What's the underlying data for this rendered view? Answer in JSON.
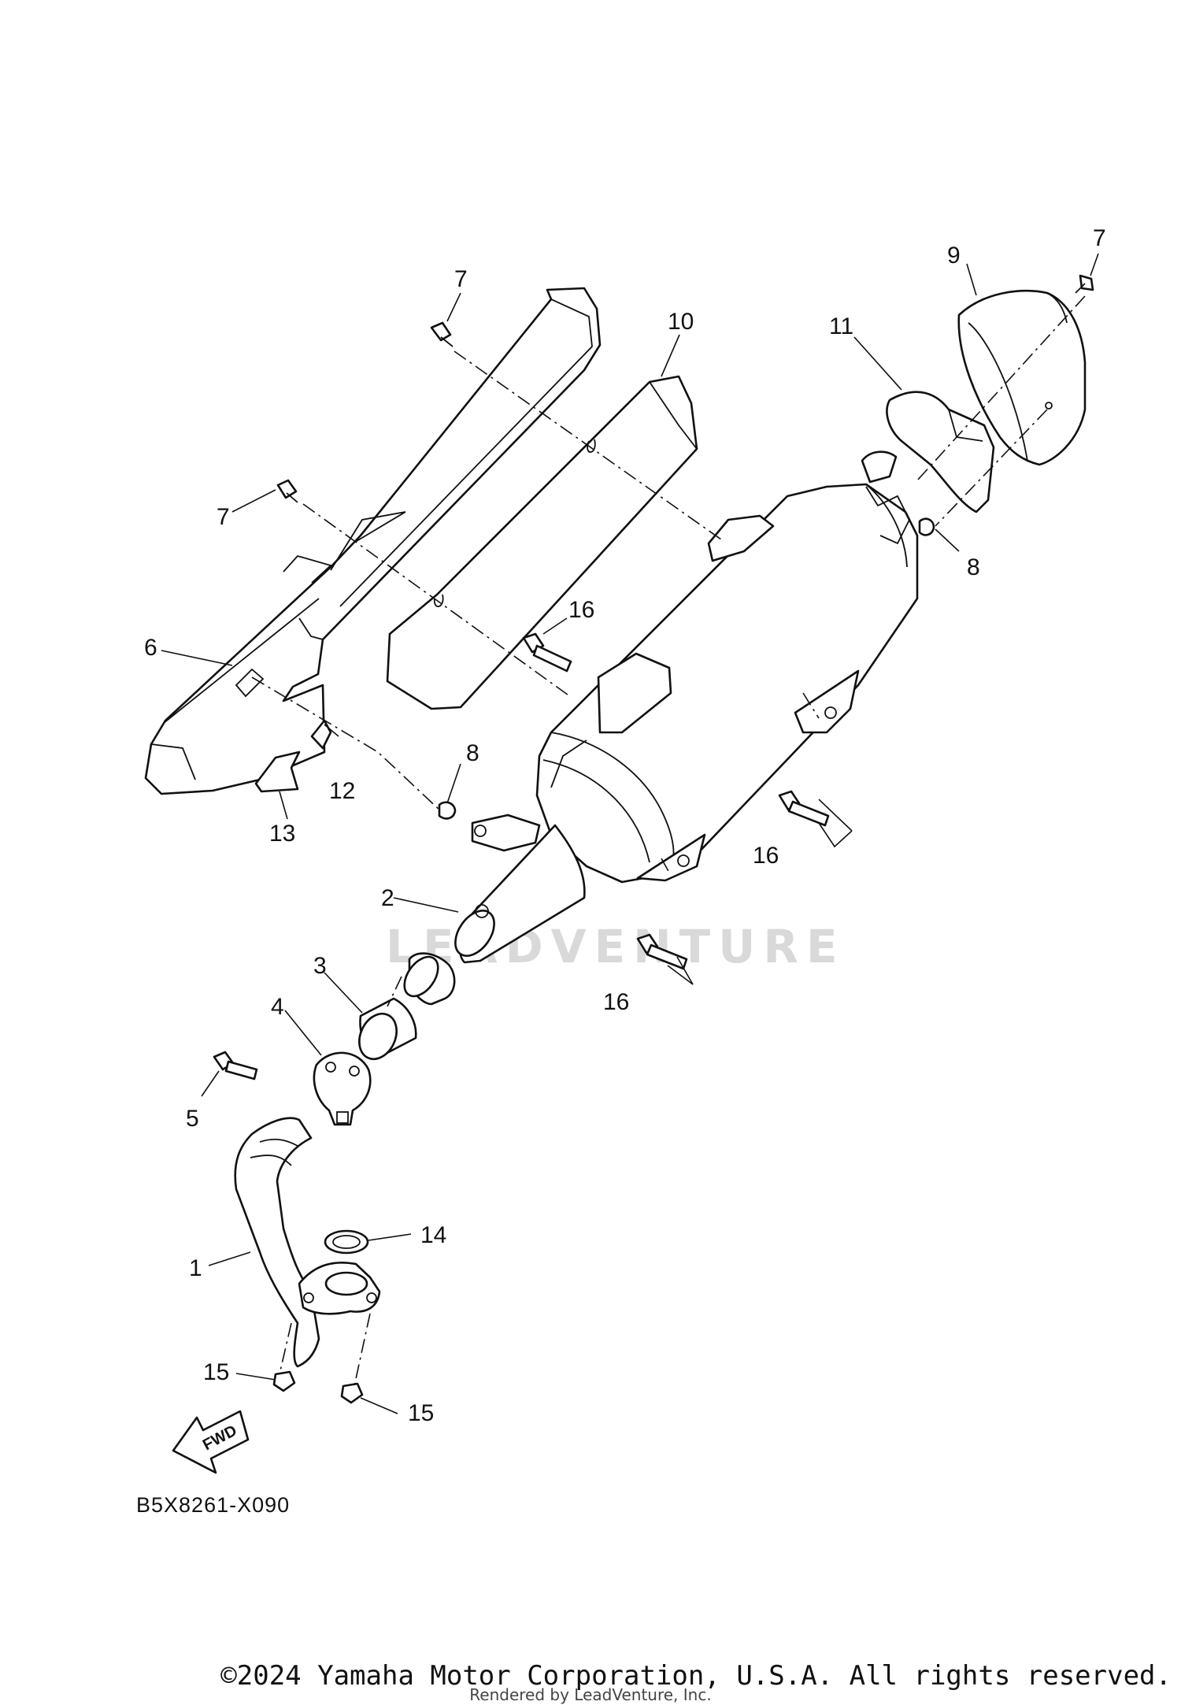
{
  "diagram": {
    "drawing_code": "B5X8261-X090",
    "fwd_label": "FWD",
    "watermark": "LEADVENTURE",
    "callouts": [
      {
        "id": "7a",
        "label": "7"
      },
      {
        "id": "7b",
        "label": "7"
      },
      {
        "id": "7c",
        "label": "7"
      },
      {
        "id": "9",
        "label": "9"
      },
      {
        "id": "10",
        "label": "10"
      },
      {
        "id": "11",
        "label": "11"
      },
      {
        "id": "6",
        "label": "6"
      },
      {
        "id": "16a",
        "label": "16"
      },
      {
        "id": "8a",
        "label": "8"
      },
      {
        "id": "8b",
        "label": "8"
      },
      {
        "id": "12",
        "label": "12"
      },
      {
        "id": "13",
        "label": "13"
      },
      {
        "id": "2",
        "label": "2"
      },
      {
        "id": "16b",
        "label": "16"
      },
      {
        "id": "3",
        "label": "3"
      },
      {
        "id": "16c",
        "label": "16"
      },
      {
        "id": "4",
        "label": "4"
      },
      {
        "id": "5",
        "label": "5"
      },
      {
        "id": "14",
        "label": "14"
      },
      {
        "id": "1",
        "label": "1"
      },
      {
        "id": "15a",
        "label": "15"
      },
      {
        "id": "15b",
        "label": "15"
      }
    ]
  },
  "footer": {
    "copyright": "©2024 Yamaha Motor Corporation, U.S.A. All rights reserved.",
    "rendered_by": "Rendered by LeadVenture, Inc."
  }
}
